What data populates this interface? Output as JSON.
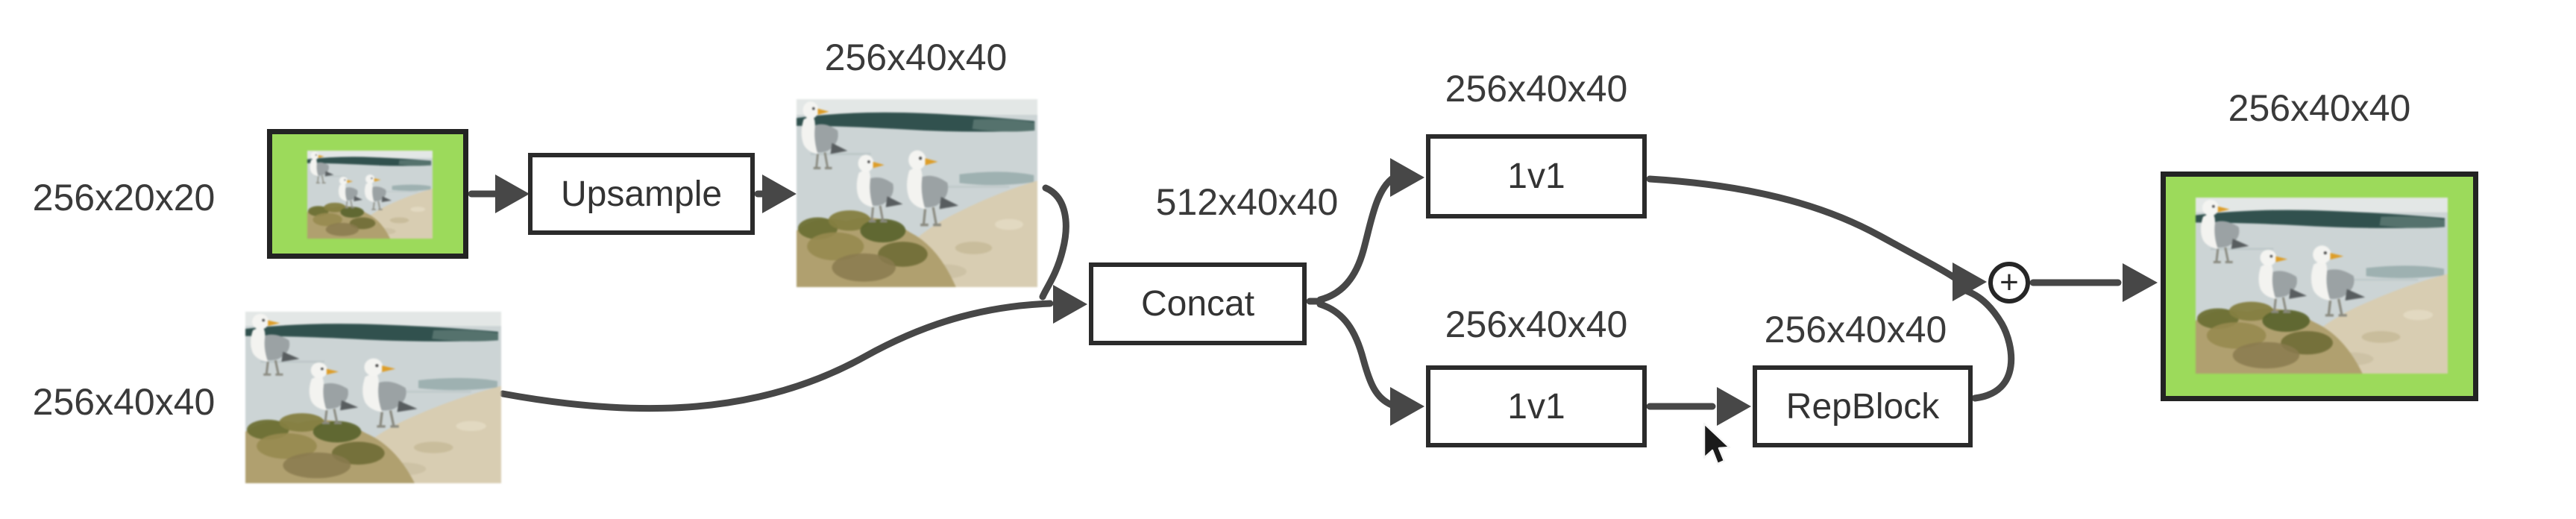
{
  "diagram": {
    "colors": {
      "background": "#ffffff",
      "frame_green": "#9cda5b",
      "frame_border": "#232323",
      "box_border": "#2b2b2b",
      "line": "#474747",
      "text": "#3a3a3a"
    },
    "labels": {
      "input_small": "256x20x20",
      "input_large": "256x40x40",
      "upsampled": "256x40x40",
      "concat_output": "512x40x40",
      "conv_top_output": "256x40x40",
      "conv_bottom_output": "256x40x40",
      "repblock_output": "256x40x40",
      "output": "256x40x40"
    },
    "nodes": {
      "upsample": "Upsample",
      "concat": "Concat",
      "conv_top": "1v1",
      "conv_bottom": "1v1",
      "repblock": "RepBlock",
      "add": "+"
    },
    "icons": {
      "add": "plus-in-circle",
      "cursor": "mouse-pointer-arrow"
    },
    "images": {
      "scene": "two-seagulls-on-rocky-shore"
    }
  }
}
